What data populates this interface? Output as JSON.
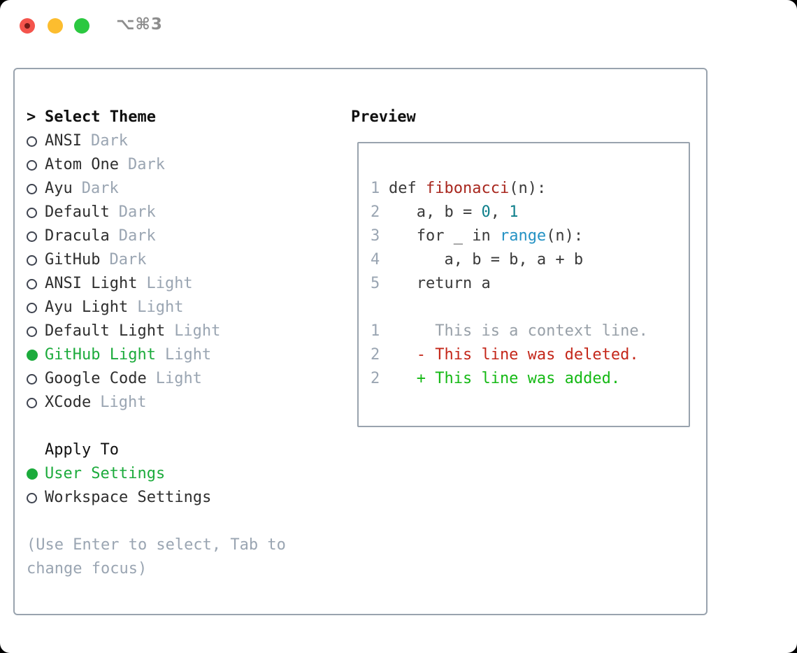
{
  "window": {
    "title": "⌥⌘3",
    "traffic_lights": [
      "close",
      "minimize",
      "maximize"
    ]
  },
  "colors": {
    "traffic_red": "#f4544c",
    "traffic_yellow": "#fcbd2f",
    "traffic_green": "#2bc840",
    "title_gray": "#8d8d8d",
    "border_gray": "#99a3ae",
    "text_dark": "#2e2e2e",
    "muted": "#9aa5b2",
    "accent_green": "#1cab3c",
    "code_text": "#3a3a3a",
    "code_function": "#a8271e",
    "code_number": "#0e7f8b",
    "code_builtin": "#2492c4",
    "diff_context": "#98a0a8",
    "diff_deleted": "#c4271a",
    "diff_added": "#15b915"
  },
  "theme_list": {
    "cursor": ">",
    "header": "Select Theme",
    "items": [
      {
        "name": "ANSI",
        "tag": "Dark",
        "selected": false
      },
      {
        "name": "Atom One",
        "tag": "Dark",
        "selected": false
      },
      {
        "name": "Ayu",
        "tag": "Dark",
        "selected": false
      },
      {
        "name": "Default",
        "tag": "Dark",
        "selected": false
      },
      {
        "name": "Dracula",
        "tag": "Dark",
        "selected": false
      },
      {
        "name": "GitHub",
        "tag": "Dark",
        "selected": false
      },
      {
        "name": "ANSI Light",
        "tag": "Light",
        "selected": false
      },
      {
        "name": "Ayu Light",
        "tag": "Light",
        "selected": false
      },
      {
        "name": "Default Light",
        "tag": "Light",
        "selected": false
      },
      {
        "name": "GitHub Light",
        "tag": "Light",
        "selected": true
      },
      {
        "name": "Google Code",
        "tag": "Light",
        "selected": false
      },
      {
        "name": "XCode",
        "tag": "Light",
        "selected": false
      }
    ]
  },
  "apply_to": {
    "header": "Apply To",
    "options": [
      {
        "label": "User Settings",
        "selected": true
      },
      {
        "label": "Workspace Settings",
        "selected": false
      }
    ]
  },
  "hint": "(Use Enter to select, Tab to\nchange focus)",
  "preview": {
    "heading": "Preview",
    "code_lines": [
      {
        "num": "1",
        "segments": [
          {
            "text": "def ",
            "color": "text"
          },
          {
            "text": "fibonacci",
            "color": "function"
          },
          {
            "text": "(n):",
            "color": "text"
          }
        ]
      },
      {
        "num": "2",
        "segments": [
          {
            "text": "   a, b = ",
            "color": "text"
          },
          {
            "text": "0",
            "color": "number"
          },
          {
            "text": ", ",
            "color": "text"
          },
          {
            "text": "1",
            "color": "number"
          }
        ]
      },
      {
        "num": "3",
        "segments": [
          {
            "text": "   for _ in ",
            "color": "text"
          },
          {
            "text": "range",
            "color": "builtin"
          },
          {
            "text": "(n):",
            "color": "text"
          }
        ]
      },
      {
        "num": "4",
        "segments": [
          {
            "text": "      a, b = b, a + b",
            "color": "text"
          }
        ]
      },
      {
        "num": "5",
        "segments": [
          {
            "text": "   return a",
            "color": "text"
          }
        ]
      },
      {
        "num": "",
        "segments": []
      },
      {
        "num": "1",
        "segments": [
          {
            "text": "     This is a context line.",
            "color": "context"
          }
        ]
      },
      {
        "num": "2",
        "segments": [
          {
            "text": "   - This line was deleted.",
            "color": "deleted"
          }
        ]
      },
      {
        "num": "2",
        "segments": [
          {
            "text": "   + This line was added.",
            "color": "added"
          }
        ]
      }
    ]
  }
}
